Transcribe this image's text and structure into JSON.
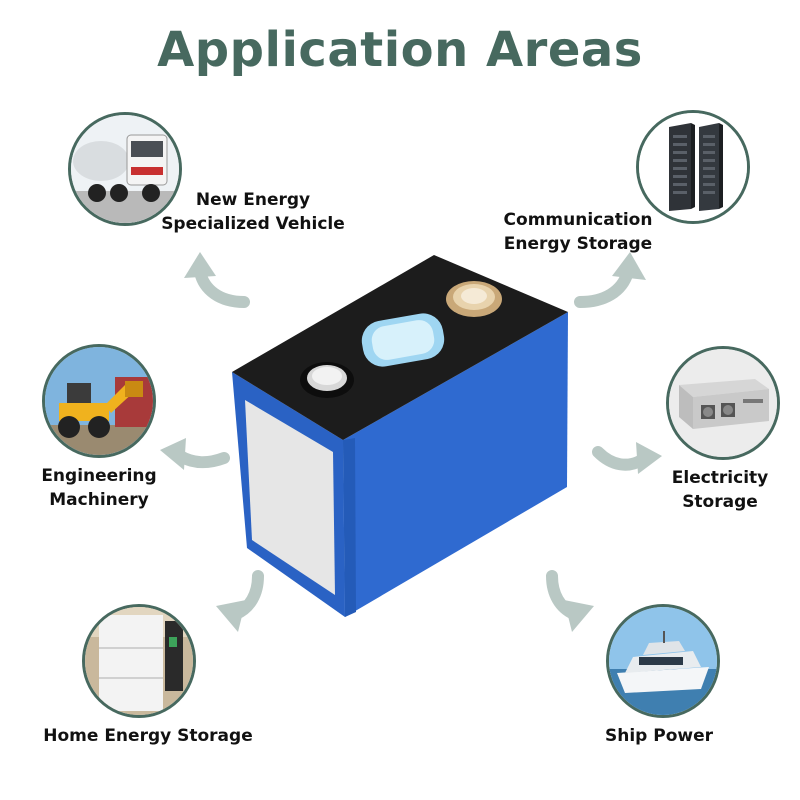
{
  "title": "Application Areas",
  "colors": {
    "title": "#47695f",
    "arrow": "#b9c8c4",
    "ring": "#47695f",
    "battery_blue": "#2a62c4",
    "battery_top": "#1b1b1b"
  },
  "areas": [
    {
      "id": "vehicle",
      "lines": [
        "New Energy",
        "Specialized Vehicle"
      ],
      "icon": "truck-icon"
    },
    {
      "id": "communication",
      "lines": [
        "Communication",
        "Energy Storage"
      ],
      "icon": "server-rack-icon"
    },
    {
      "id": "machinery",
      "lines": [
        "Engineering",
        "Machinery"
      ],
      "icon": "wheel-loader-icon"
    },
    {
      "id": "electricity",
      "lines": [
        "Electricity",
        "Storage"
      ],
      "icon": "storage-cabinet-icon"
    },
    {
      "id": "home",
      "lines": [
        "Home Energy Storage"
      ],
      "icon": "home-battery-icon"
    },
    {
      "id": "ship",
      "lines": [
        "Ship Power"
      ],
      "icon": "ship-icon"
    }
  ]
}
